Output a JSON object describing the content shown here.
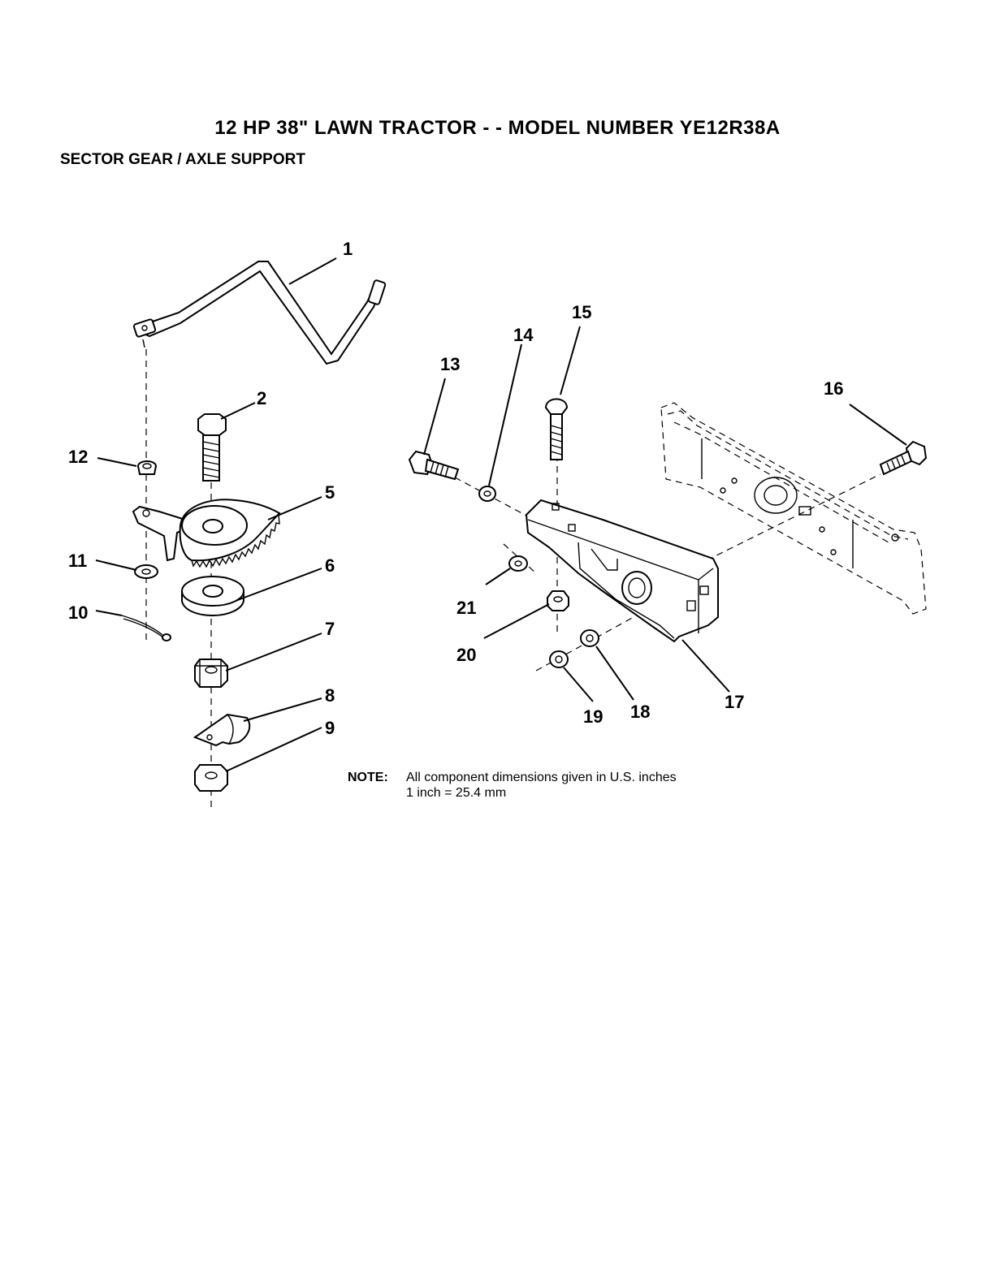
{
  "title": "12 HP 38\" LAWN TRACTOR - - MODEL NUMBER YE12R38A",
  "subtitle": "SECTOR GEAR / AXLE SUPPORT",
  "callouts": {
    "p1": "1",
    "p2": "2",
    "p5": "5",
    "p6": "6",
    "p7": "7",
    "p8": "8",
    "p9": "9",
    "p10": "10",
    "p11": "11",
    "p12": "12",
    "p13": "13",
    "p14": "14",
    "p15": "15",
    "p16": "16",
    "p17": "17",
    "p18": "18",
    "p19": "19",
    "p20": "20",
    "p21": "21"
  },
  "note": {
    "label": "NOTE:",
    "line1": "All component dimensions given in U.S. inches",
    "line2": "1 inch = 25.4 mm"
  }
}
